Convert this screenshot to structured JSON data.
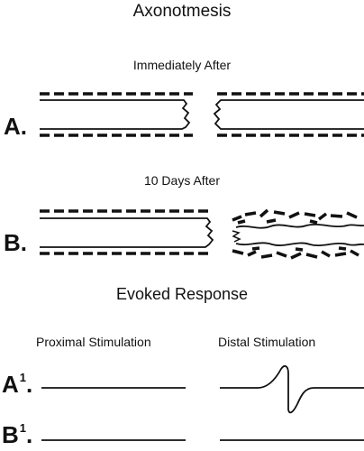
{
  "title": "Axonotmesis",
  "panel_a": {
    "caption": "Immediately After",
    "label": "A."
  },
  "panel_b": {
    "caption": "10 Days After",
    "label": "B."
  },
  "evoked": {
    "heading": "Evoked Response",
    "col_proximal": "Proximal Stimulation",
    "col_distal": "Distal Stimulation",
    "row_a_label": "A",
    "row_a_sup": "1",
    "row_b_label": "B",
    "row_b_sup": "1"
  }
}
